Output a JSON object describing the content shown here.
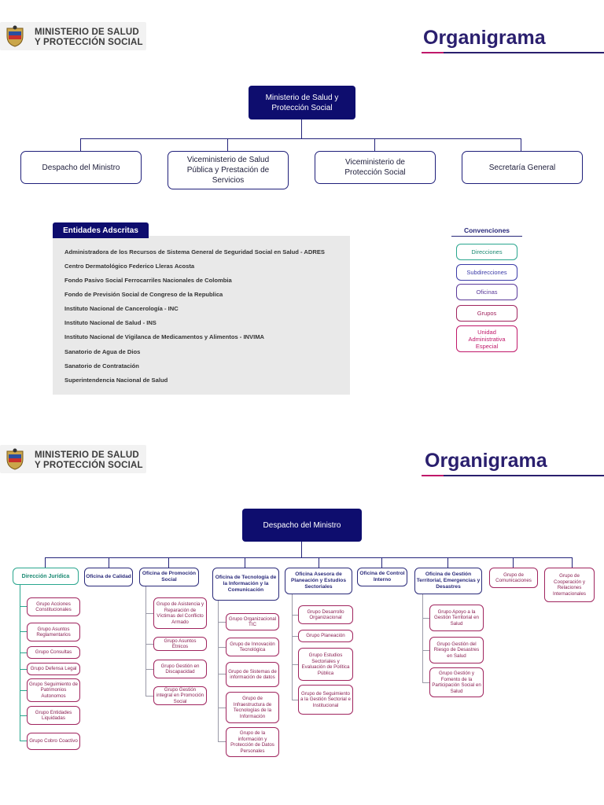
{
  "header": {
    "ministry_line1": "MINISTERIO DE SALUD",
    "ministry_line2": "Y PROTECCIÓN SOCIAL",
    "title": "Organigrama"
  },
  "chart1": {
    "root": "Ministerio de Salud y Protección Social",
    "children": [
      "Despacho del Ministro",
      "Viceministerio de Salud Pública y Prestación de Servicios",
      "Viceministerio de Protección Social",
      "Secretaría General"
    ]
  },
  "entidades": {
    "title": "Entidades Adscritas",
    "items": [
      "Administradora de los Recursos de Sistema General de Seguridad Social en Salud - ADRES",
      "Centro Dermatológico Federico Lleras Acosta",
      "Fondo Pasivo Social Ferrocarriles Nacionales de Colombia",
      "Fondo de Previsión Social de Congreso de la Republica",
      "Instituto Nacional de Cancerología - INC",
      "Instituto Nacional de Salud - INS",
      "Instituto Nacional de Vigilanca de Medicamentos y Alimentos - INVIMA",
      "Sanatorio de Agua de Dios",
      "Sanatorio de Contratación",
      "Superintendencia Nacional de Salud"
    ]
  },
  "convenciones": {
    "title": "Convenciones",
    "items": [
      "Direcciones",
      "Subdirecciones",
      "Oficinas",
      "Grupos",
      "Unidad Administrativa Especial"
    ],
    "colors": [
      "#2aa68e",
      "#3b3ba8",
      "#5a3a9a",
      "#a0245e",
      "#c0186a"
    ]
  },
  "chart2": {
    "root": "Despacho del Ministro",
    "units": [
      "Dirección Jurídica",
      "Oficina de Calidad",
      "Oficina de Promoción Social",
      "Oficina de Tecnología de la Información y la Comunicación",
      "Oficina Asesora de Planeación y Estudios Sectoriales",
      "Oficina de Control Interno",
      "Oficina de Gestión Territorial, Emergencias y Desastres",
      "Grupo de Comunicaciones",
      "Grupo de Cooperación y Relaciones Internacionales"
    ],
    "juridica_groups": [
      "Grupo Acciones Constitucionales",
      "Grupo Asuntos Reglamentarios",
      "Grupo Consultas",
      "Grupo Defensa Legal",
      "Grupo Seguimiento de Patrimonios Autonomos",
      "Grupo Entidades Liquidadas",
      "Grupo Cobro Coactivo"
    ],
    "promocion_groups": [
      "Grupo de Asistencia y Reparación de Víctimas del Conflicto Armado",
      "Grupo Asuntos Étnicos",
      "Grupo Gestión en Discapacidad",
      "Grupo Gestión integral en Promoción Social"
    ],
    "tic_groups": [
      "Grupo Organizacional TIC",
      "Grupo de Innovación Tecnológica",
      "Grupo de Sistemas de información de datos",
      "Grupo de Infraestructura de Tecnologías de la Información",
      "Grupo de la información y Protección de Datos Personales"
    ],
    "planeacion_groups": [
      "Grupo Desarrollo Organizacional",
      "Grupo Planeación",
      "Grupo Estudios Sectoriales y Evaluación de Política Pública",
      "Grupo de Seguimiento a la Gestión Sectorial e Institucional"
    ],
    "territorial_groups": [
      "Grupo Apoyo a la Gestión Territorial en Salud",
      "Grupo Gestión del Riesgo de Desastres en Salud",
      "Grupo Gestión y Fomento de la Participación Social en Salud"
    ]
  }
}
